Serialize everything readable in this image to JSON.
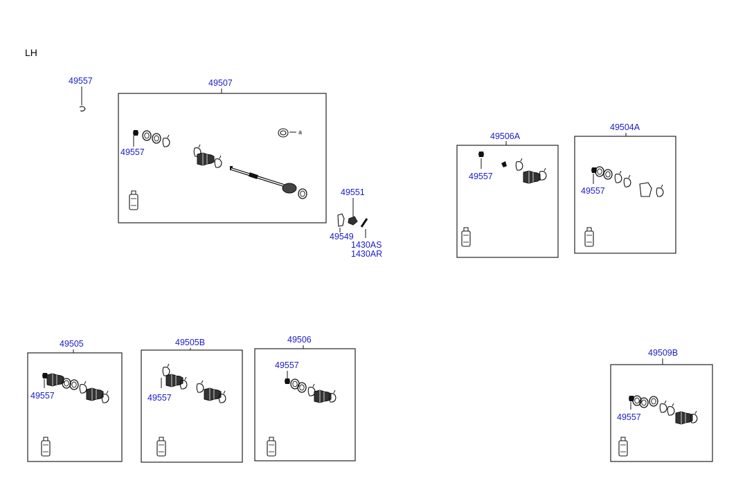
{
  "side_label": "LH",
  "colors": {
    "part_link": "#1a1acc",
    "ink": "#111111",
    "background": "#ffffff"
  },
  "ref_mark": "a",
  "parts": {
    "p49557_top": "49557",
    "p49507": "49507",
    "p49507_sub": "49557",
    "p49551": "49551",
    "p49549": "49549",
    "p1430AS": "1430AS",
    "p1430AR": "1430AR",
    "p49506A": "49506A",
    "p49506A_sub": "49557",
    "p49504A": "49504A",
    "p49504A_sub": "49557",
    "p49505": "49505",
    "p49505_sub": "49557",
    "p49505B": "49505B",
    "p49505B_sub": "49557",
    "p49506": "49506",
    "p49506_sub": "49557",
    "p49509B": "49509B",
    "p49509B_sub": "49557"
  }
}
